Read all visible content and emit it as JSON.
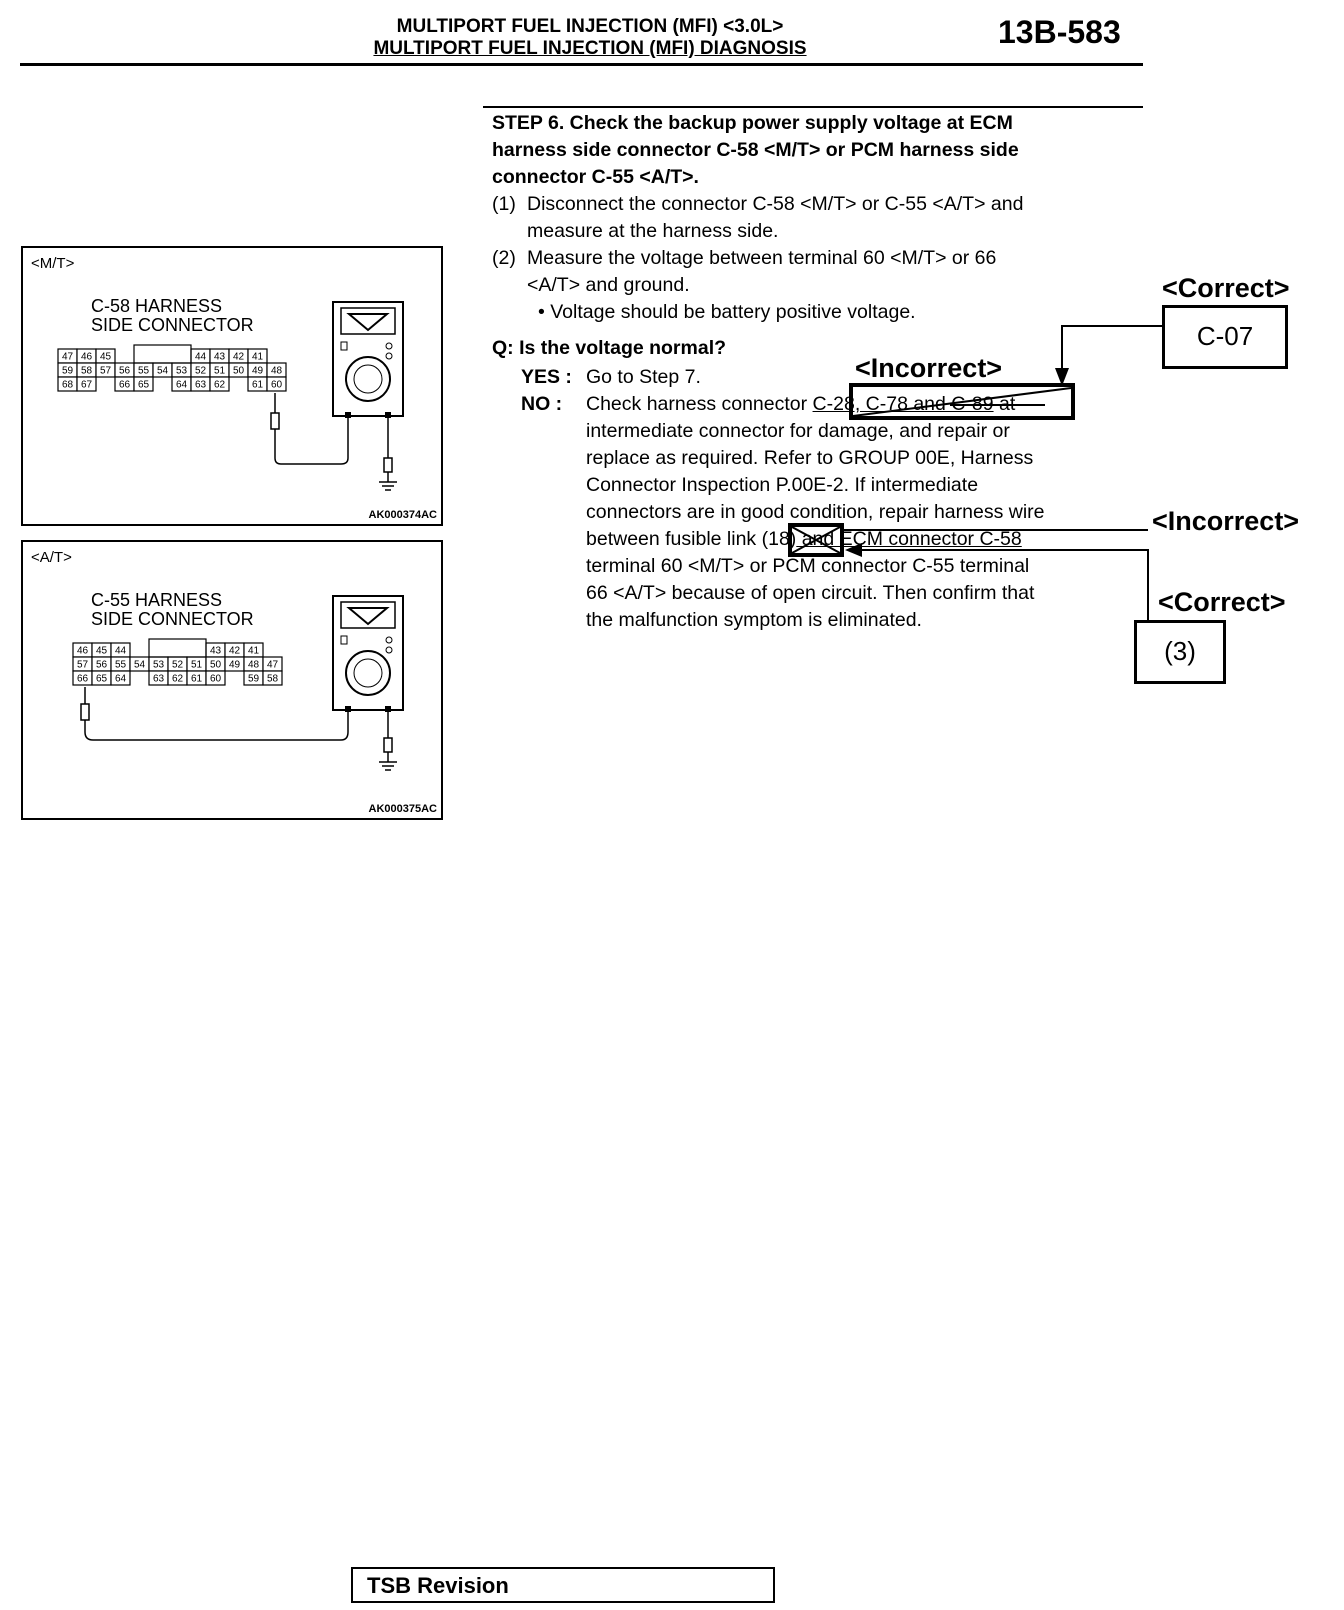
{
  "header": {
    "title": "MULTIPORT FUEL INJECTION (MFI) <3.0L>",
    "subtitle": "MULTIPORT FUEL INJECTION (MFI) DIAGNOSIS",
    "page_number": "13B-583"
  },
  "step": {
    "heading_lines": [
      "STEP 6. Check the backup power supply voltage at ECM",
      "harness side connector C-58 <M/T> or PCM harness side",
      "connector C-55 <A/T>."
    ],
    "items": [
      {
        "num": "(1)",
        "lines": [
          "Disconnect the connector C-58 <M/T> or C-55 <A/T> and",
          "measure at the harness side."
        ]
      },
      {
        "num": "(2)",
        "lines": [
          "Measure the voltage between terminal 60 <M/T> or 66",
          "<A/T> and ground."
        ]
      }
    ],
    "bullet": "Voltage should be battery positive voltage.",
    "question": "Q: Is the voltage normal?",
    "yes_label": "YES :",
    "yes_text": "Go to Step 7.",
    "no_label": "NO :",
    "no_lines": [
      {
        "pre": "Check harness connector ",
        "mark": "C-28, C-78 and C-89",
        "post": " at"
      },
      {
        "text": "intermediate connector for damage, and repair or"
      },
      {
        "text": "replace as required. Refer to GROUP 00E, Harness"
      },
      {
        "text": "Connector Inspection P.00E-2. If intermediate"
      },
      {
        "text": "connectors are in good condition, repair harness wire"
      },
      {
        "pre": "between fusible link ",
        "mark": "(18)",
        "post": " and ECM connector C-58"
      },
      {
        "text": "terminal 60 <M/T> or PCM connector C-55 terminal"
      },
      {
        "text": "66 <A/T> because of open circuit. Then confirm that"
      },
      {
        "text": "the malfunction symptom is eliminated."
      }
    ]
  },
  "annotations": {
    "correct_1_label": "<Correct>",
    "correct_1_value": "C-07",
    "incorrect_1_label": "<Incorrect>",
    "incorrect_2_label": "<Incorrect>",
    "correct_2_label": "<Correct>",
    "correct_2_value": "(3)"
  },
  "figures": {
    "mt": {
      "label": "<M/T>",
      "title_line1": "C-58 HARNESS",
      "title_line2": "SIDE CONNECTOR",
      "code": "AK000374AC",
      "row1": [
        "47",
        "46",
        "45",
        "",
        "",
        "",
        "",
        "44",
        "43",
        "42",
        "41"
      ],
      "row2": [
        "59",
        "58",
        "57",
        "56",
        "55",
        "54",
        "53",
        "52",
        "51",
        "50",
        "49",
        "48"
      ],
      "row3": [
        "68",
        "67",
        "",
        "66",
        "65",
        "",
        "64",
        "63",
        "62",
        "",
        "61",
        "60"
      ]
    },
    "at": {
      "label": "<A/T>",
      "title_line1": "C-55 HARNESS",
      "title_line2": "SIDE CONNECTOR",
      "code": "AK000375AC",
      "row1": [
        "46",
        "45",
        "44",
        "",
        "",
        "",
        "",
        "43",
        "42",
        "41"
      ],
      "row2": [
        "57",
        "56",
        "55",
        "54",
        "53",
        "52",
        "51",
        "50",
        "49",
        "48",
        "47"
      ],
      "row3": [
        "66",
        "65",
        "64",
        "",
        "63",
        "62",
        "61",
        "60",
        "",
        "59",
        "58"
      ]
    }
  },
  "footer": {
    "tsb_label": "TSB Revision"
  }
}
